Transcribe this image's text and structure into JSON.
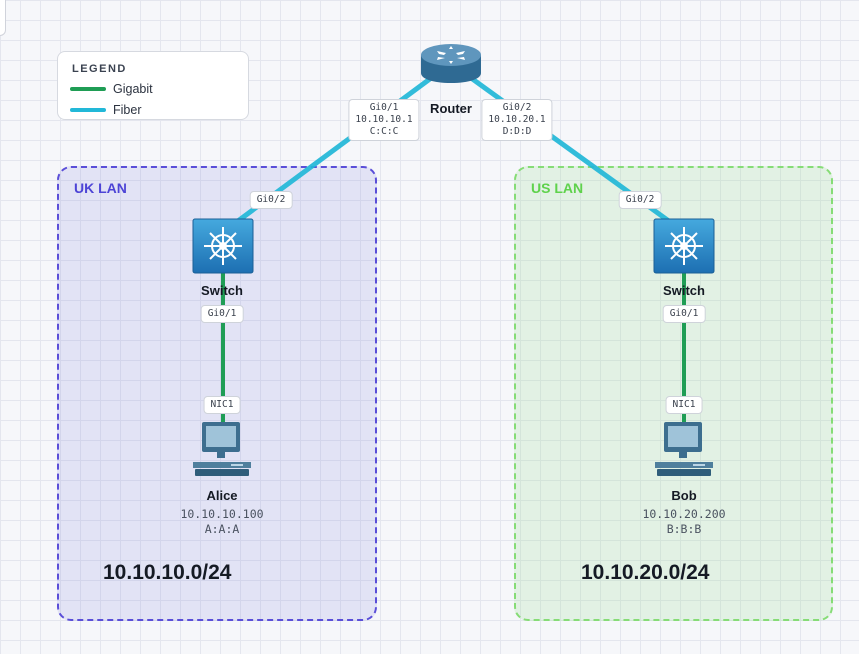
{
  "legend": {
    "title": "LEGEND",
    "items": [
      {
        "label": "Gigabit",
        "color": "#1f9d55"
      },
      {
        "label": "Fiber",
        "color": "#22b8d8"
      }
    ]
  },
  "router": {
    "label": "Router",
    "ports": [
      {
        "name": "Gi0/1",
        "ip": "10.10.10.1",
        "mac": "C:C:C"
      },
      {
        "name": "Gi0/2",
        "ip": "10.10.20.1",
        "mac": "D:D:D"
      }
    ]
  },
  "zones": {
    "uk": {
      "title": "UK LAN",
      "subnet": "10.10.10.0/24",
      "switch": {
        "label": "Switch",
        "uplink_port": "Gi0/2",
        "host_port": "Gi0/1"
      },
      "host": {
        "nic": "NIC1",
        "name": "Alice",
        "ip": "10.10.10.100",
        "mac": "A:A:A"
      }
    },
    "us": {
      "title": "US LAN",
      "subnet": "10.10.20.0/24",
      "switch": {
        "label": "Switch",
        "uplink_port": "Gi0/2",
        "host_port": "Gi0/1"
      },
      "host": {
        "nic": "NIC1",
        "name": "Bob",
        "ip": "10.10.20.200",
        "mac": "B:B:B"
      }
    }
  }
}
